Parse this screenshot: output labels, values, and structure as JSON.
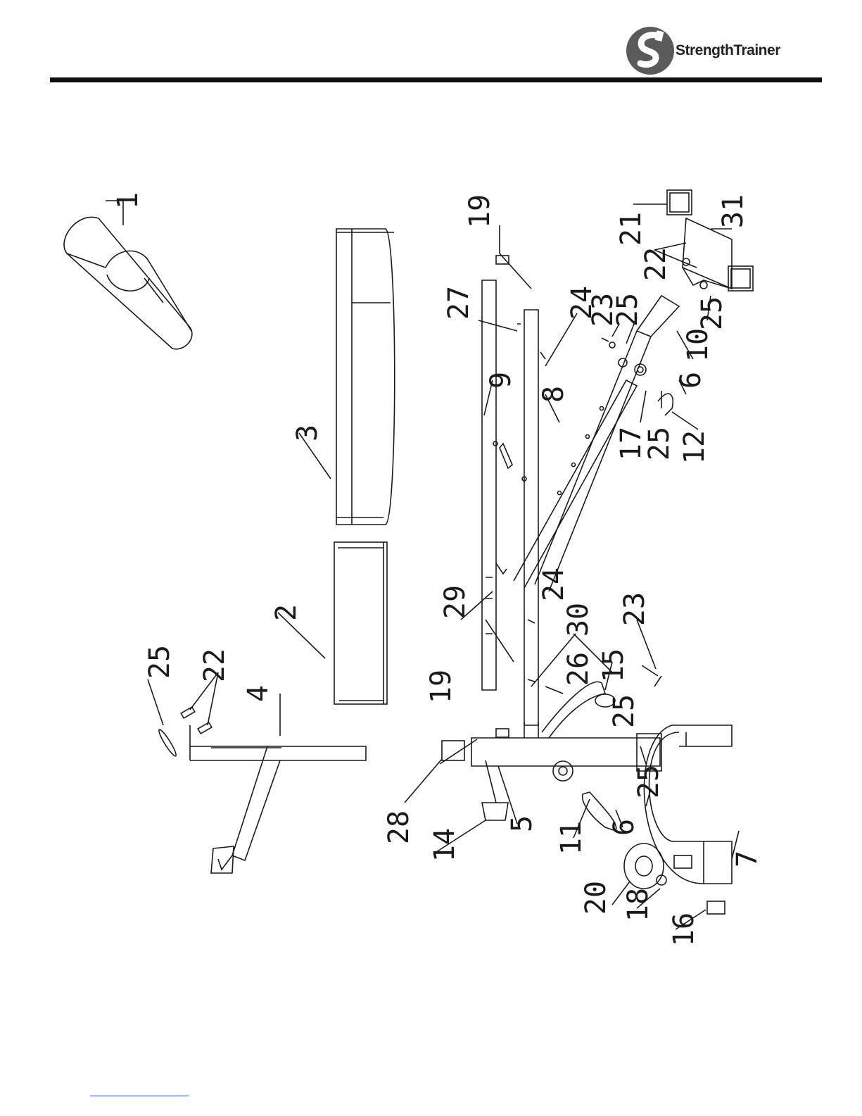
{
  "header": {
    "brand_name": "StrengthTrainer"
  },
  "diagram": {
    "part_numbers": [
      "1",
      "2",
      "3",
      "4",
      "5",
      "6",
      "6",
      "7",
      "8",
      "9",
      "10",
      "11",
      "12",
      "14",
      "15",
      "16",
      "17",
      "18",
      "19",
      "19",
      "20",
      "21",
      "22",
      "22",
      "23",
      "23",
      "24",
      "24",
      "25",
      "25",
      "25",
      "25",
      "25",
      "25",
      "26",
      "27",
      "28",
      "29",
      "30",
      "31"
    ]
  },
  "colors": {
    "line": "#1a1a1a",
    "rule": "#111111",
    "logo": "#5a5a5a"
  }
}
